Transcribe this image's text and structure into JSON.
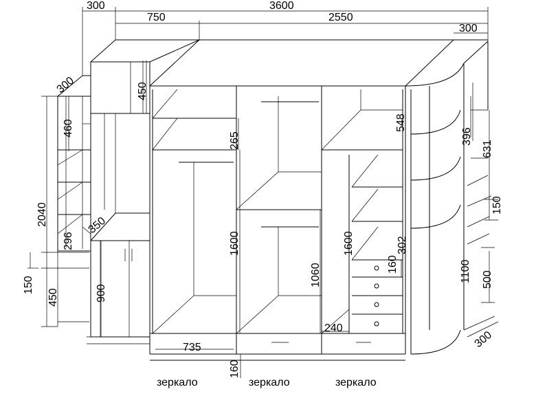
{
  "dimensions": {
    "top_left_300": "300",
    "total_3600": "3600",
    "upper_750": "750",
    "main_2550": "2550",
    "corner_300": "300",
    "side_300": "300",
    "shelf_450": "450",
    "shelf_460": "460",
    "height_2040": "2040",
    "depth_350": "350",
    "shelf_296": "296",
    "side_150": "150",
    "side_450": "450",
    "lower_900": "900",
    "mezz_265": "265",
    "rod_1600_left": "1600",
    "rod_1600_mid": "1600",
    "rack_1060": "1060",
    "shelf_548": "548",
    "shelf_302": "302",
    "drawer_160": "160",
    "gap_240": "240",
    "plinth_735": "735",
    "plinth_160": "160",
    "corner_396": "396",
    "corner_631": "631",
    "corner_150": "150",
    "corner_1100": "1100",
    "corner_500": "500",
    "bottom_300": "300"
  },
  "captions": {
    "mirror_left": "зеркало",
    "mirror_mid": "зеркало",
    "mirror_right": "зеркало"
  }
}
